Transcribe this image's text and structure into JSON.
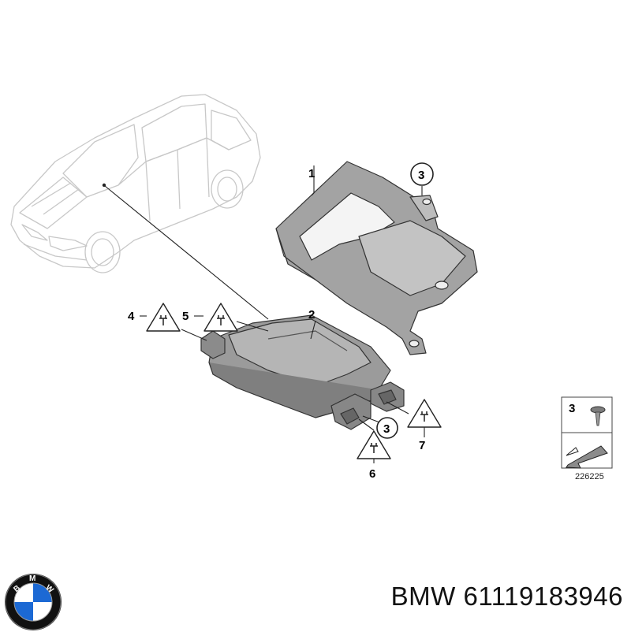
{
  "callouts": {
    "c1": "1",
    "c2": "2",
    "c3a": "3",
    "c3b": "3",
    "c4": "4",
    "c5": "5",
    "c6": "6",
    "c7": "7"
  },
  "legend": {
    "item_number": "3",
    "drawing_code": "226225"
  },
  "caption": {
    "brand": "BMW",
    "part_number": "61119183946"
  },
  "logo": {
    "letters": [
      "B",
      "M",
      "W"
    ],
    "colors": {
      "ring": "#111111",
      "blue": "#1c69d4",
      "white": "#ffffff"
    }
  },
  "colors": {
    "line_art": "#c9c9c9",
    "part_fill": "#9a9a9a",
    "part_dark": "#6e6e6e",
    "outline": "#333333"
  }
}
